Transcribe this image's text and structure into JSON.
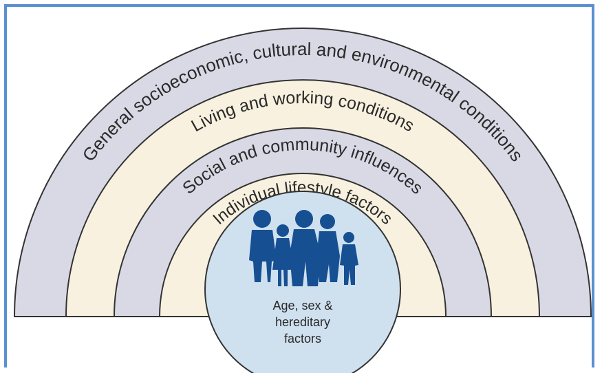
{
  "diagram": {
    "layers": [
      {
        "label": "General socioeconomic, cultural and environmental conditions",
        "fill": "#d9d9e6"
      },
      {
        "label": "Living and working conditions",
        "fill": "#f8f1df"
      },
      {
        "label": "Social and community influences",
        "fill": "#d9d9e6"
      },
      {
        "label": "Individual lifestyle factors",
        "fill": "#f8f1df"
      }
    ],
    "core": {
      "line1": "Age, sex &",
      "line2": "hereditary",
      "line3": "factors",
      "fill": "#cfe0ef",
      "figure_color": "#174f93"
    },
    "border_color": "#5b8fd1"
  }
}
